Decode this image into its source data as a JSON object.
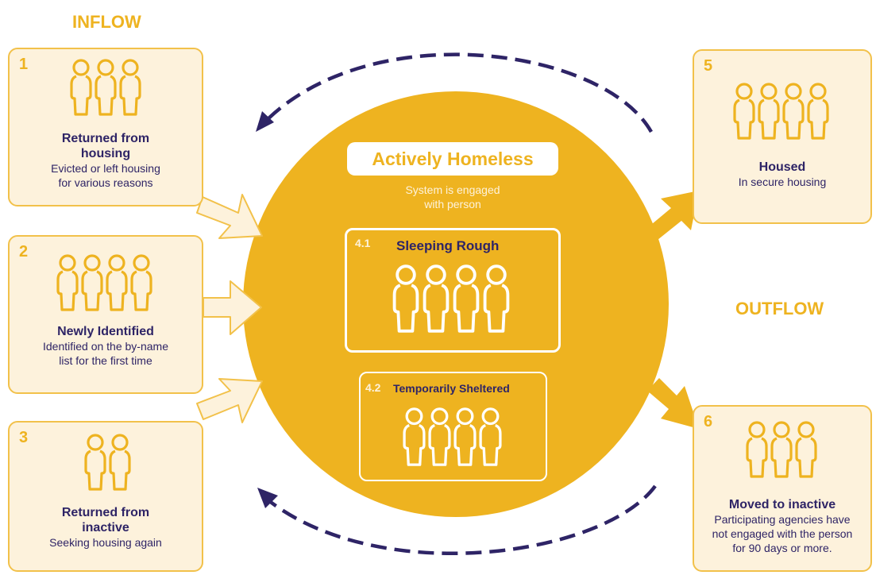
{
  "inflow": {
    "title": "INFLOW"
  },
  "outflow": {
    "title": "OUTFLOW"
  },
  "center": {
    "heading": "Actively Homeless",
    "subtitle_line1": "System is engaged",
    "subtitle_line2": "with person",
    "sub1": {
      "number": "4.1",
      "title": "Sleeping Rough"
    },
    "sub2": {
      "number": "4.2",
      "title": "Temporarily Sheltered"
    }
  },
  "stages": [
    {
      "number": "1",
      "title_line1": "Returned from",
      "title_line2": "housing",
      "desc_line1": "Evicted or left housing",
      "desc_line2": "for various reasons"
    },
    {
      "number": "2",
      "title_line1": "Newly Identified",
      "desc_line1": "Identified on the by-name",
      "desc_line2": "list for the first time"
    },
    {
      "number": "3",
      "title_line1": "Returned from",
      "title_line2": "inactive",
      "desc_line1": "Seeking housing again"
    },
    {
      "number": "5",
      "title_line1": "Housed",
      "desc_line1": "In secure housing"
    },
    {
      "number": "6",
      "title_line1": "Moved to inactive",
      "desc_line1": "Participating agencies have",
      "desc_line2": "not engaged with the person",
      "desc_line3": "for 90 days or more."
    }
  ],
  "colors": {
    "gold": "#eeb320",
    "box_fill": "#fdf2dc",
    "navy": "#2e2466"
  },
  "icons": [
    "person-icon",
    "dashed-cycle-arrow",
    "inflow-arrow",
    "outflow-arrow"
  ]
}
